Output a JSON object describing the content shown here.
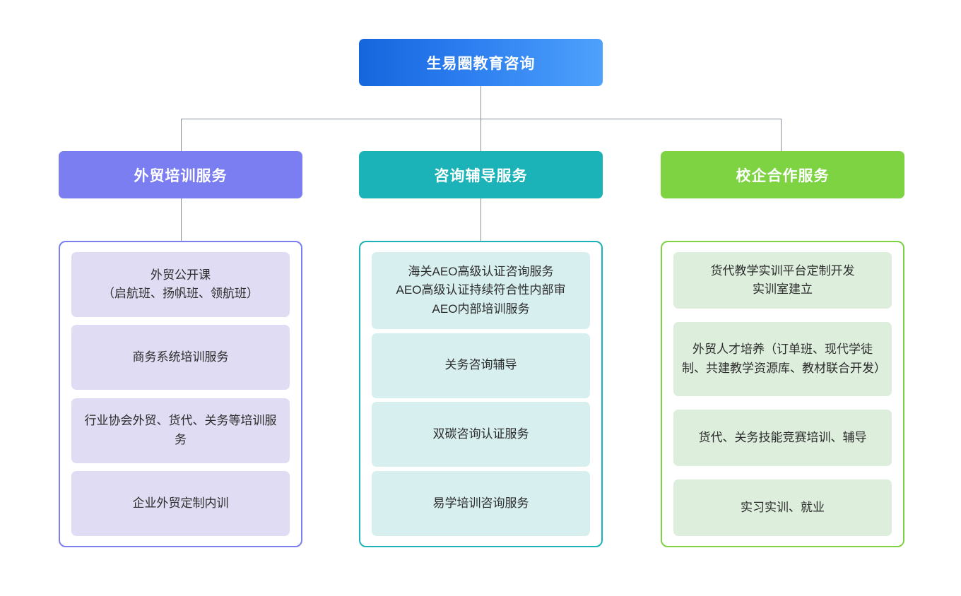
{
  "chart_data": {
    "type": "diagram",
    "diagram_type": "organization-tree",
    "title": "生易圈教育咨询 服务架构图",
    "root": {
      "label": "生易圈教育咨询",
      "color": "#2d7ef0"
    },
    "branch_count": 3,
    "branches": [
      {
        "label": "外贸培训服务",
        "color": "#7b7ef0",
        "item_count": 4
      },
      {
        "label": "咨询辅导服务",
        "color": "#1cb3b8",
        "item_count": 4
      },
      {
        "label": "校企合作服务",
        "color": "#7ed343",
        "item_count": 4
      }
    ]
  },
  "root": {
    "label": "生易圈教育咨询"
  },
  "branches": {
    "left": {
      "header": "外贸培训服务",
      "accent": "#7b7ef0",
      "card_fill": "#e0dcf3",
      "items": [
        {
          "label": "外贸公开课\n（启航班、扬帆班、领航班）"
        },
        {
          "label": "商务系统培训服务"
        },
        {
          "label": "行业协会外贸、货代、关务等培训服务"
        },
        {
          "label": "企业外贸定制内训"
        }
      ]
    },
    "middle": {
      "header": "咨询辅导服务",
      "accent": "#1cb3b8",
      "card_fill": "#d8eff0",
      "items": [
        {
          "label": "海关AEO高级认证咨询服务\nAEO高级认证持续符合性内部审\nAEO内部培训服务"
        },
        {
          "label": "关务咨询辅导"
        },
        {
          "label": "双碳咨询认证服务"
        },
        {
          "label": "易学培训咨询服务"
        }
      ]
    },
    "right": {
      "header": "校企合作服务",
      "accent": "#7ed343",
      "card_fill": "#ddeedd",
      "items": [
        {
          "label": "货代教学实训平台定制开发\n实训室建立"
        },
        {
          "label": "外贸人才培养（订单班、现代学徒制、共建教学资源库、教材联合开发）"
        },
        {
          "label": "货代、关务技能竞赛培训、辅导"
        },
        {
          "label": "实习实训、就业"
        }
      ]
    }
  }
}
